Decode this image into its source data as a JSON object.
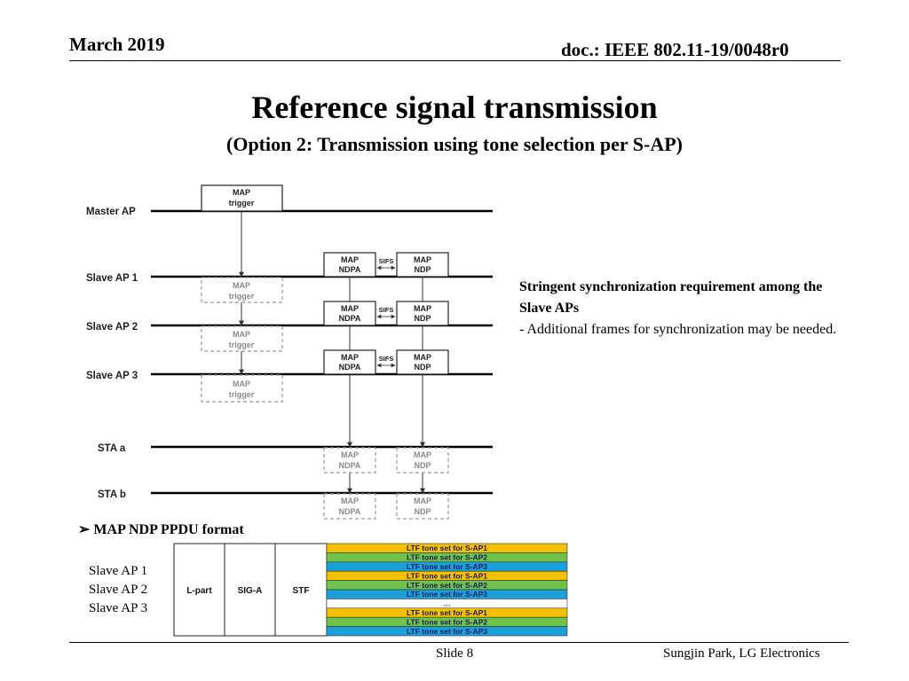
{
  "header": {
    "date": "March 2019",
    "doc": "doc.: IEEE 802.11-19/0048r0"
  },
  "title": "Reference signal transmission",
  "subtitle": "(Option 2: Transmission using tone selection per S-AP)",
  "diagram": {
    "rows": [
      "Master AP",
      "Slave AP 1",
      "Slave AP 2",
      "Slave AP 3",
      "STA a",
      "STA b"
    ],
    "map_trigger": [
      "MAP",
      "trigger"
    ],
    "map_ndpa": [
      "MAP",
      "NDPA"
    ],
    "map_ndp": [
      "MAP",
      "NDP"
    ],
    "sifs": "SIFS"
  },
  "note": {
    "bold": "Stringent synchronization requirement among the Slave APs",
    "text": "- Additional frames for synchronization may be needed."
  },
  "format": {
    "heading": "MAP NDP PPDU format",
    "slaves": [
      "Slave AP 1",
      "Slave AP 2",
      "Slave AP 3"
    ],
    "fields": [
      "L-part",
      "SIG-A",
      "STF"
    ],
    "ltf_rows": [
      "LTF tone set for S-AP1",
      "LTF tone set for S-AP2",
      "LTF tone set for S-AP3",
      "LTF tone set for S-AP1",
      "LTF tone set for S-AP2",
      "LTF tone set for S-AP3",
      "…",
      "LTF tone set for S-AP1",
      "LTF tone set for S-AP2",
      "LTF tone set for S-AP3"
    ],
    "colors": {
      "S-AP1": "#f5c000",
      "S-AP2": "#6fc24a",
      "S-AP3": "#1aa0d8",
      "gap": "#ffffff"
    }
  },
  "footer": {
    "slide": "Slide 8",
    "author": "Sungjin Park, LG Electronics"
  }
}
